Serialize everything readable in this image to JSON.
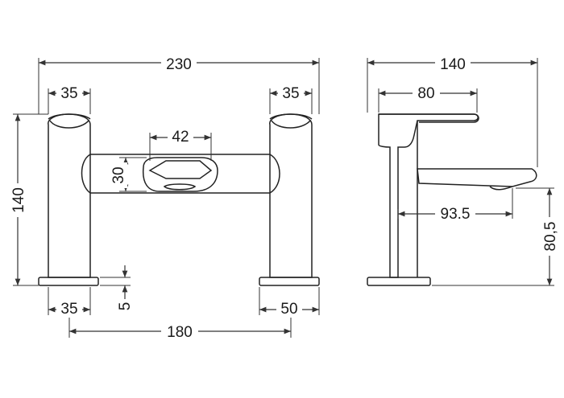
{
  "dimensions": {
    "front_width": "230",
    "handle_left": "35",
    "handle_right": "35",
    "spout_width": "42",
    "spout_height": "30",
    "front_height": "140",
    "base_height": "5",
    "base_left": "35",
    "base_right": "50",
    "centres": "180",
    "side_depth": "140",
    "side_handle": "80",
    "side_reach": "93.5",
    "side_spout_height": "80,5"
  },
  "colors": {
    "line": "#333333",
    "background": "#ffffff"
  }
}
